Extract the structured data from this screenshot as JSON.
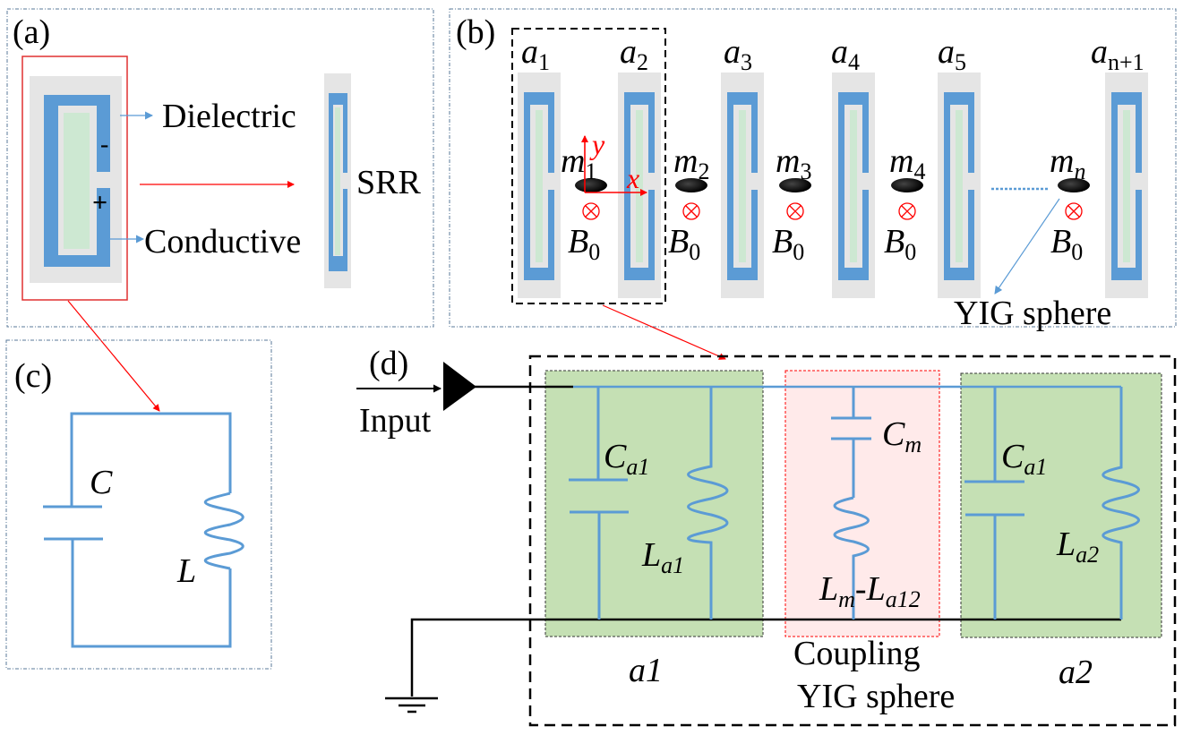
{
  "colors": {
    "conductor": "#5b9bd5",
    "substrate": "#e5e5e5",
    "dielectric": "#cde8d2",
    "resonator_box": "#c5e0b4",
    "coupling_box": "#ffeaea",
    "arrow_red": "#ff0000",
    "arrow_blue": "#5b9bd5",
    "panel_border": "#5a7a9a"
  },
  "panel_a": {
    "label": "(a)",
    "dielectric_label": "Dielectric",
    "conductive_label": "Conductive",
    "srr_label": "SRR",
    "minus_sign": "-",
    "plus_sign": "+"
  },
  "panel_b": {
    "label": "(b)",
    "resonators": [
      {
        "name": "a",
        "sub": "1"
      },
      {
        "name": "a",
        "sub": "2"
      },
      {
        "name": "a",
        "sub": "3"
      },
      {
        "name": "a",
        "sub": "4"
      },
      {
        "name": "a",
        "sub": "5"
      },
      {
        "name": "a",
        "sub": "n+1"
      }
    ],
    "magnons": [
      {
        "name": "m",
        "sub": "1"
      },
      {
        "name": "m",
        "sub": "2"
      },
      {
        "name": "m",
        "sub": "3"
      },
      {
        "name": "m",
        "sub": "4"
      },
      {
        "name": "m",
        "sub": "n"
      }
    ],
    "field": {
      "name": "B",
      "sub": "0"
    },
    "axis_x": "x",
    "axis_y": "y",
    "yig_label": "YIG sphere",
    "field_symbol": "⊗"
  },
  "panel_c": {
    "label": "(c)",
    "capacitor": "C",
    "inductor": "L"
  },
  "panel_d": {
    "label": "(d)",
    "input_label": "Input",
    "cap_a1": {
      "name": "C",
      "sub": "a1"
    },
    "ind_a1": {
      "name": "L",
      "sub": "a1"
    },
    "cap_m": {
      "name": "C",
      "sub": "m"
    },
    "ind_m": {
      "name": "L",
      "sub": "m",
      "sep": "-",
      "name2": "L",
      "sub2": "a12"
    },
    "cap_a2": {
      "name": "C",
      "sub": "a1"
    },
    "ind_a2": {
      "name": "L",
      "sub": "a2"
    },
    "block_a1": "a1",
    "block_a2": "a2",
    "coupling_line1": "Coupling",
    "coupling_line2": "YIG sphere"
  }
}
